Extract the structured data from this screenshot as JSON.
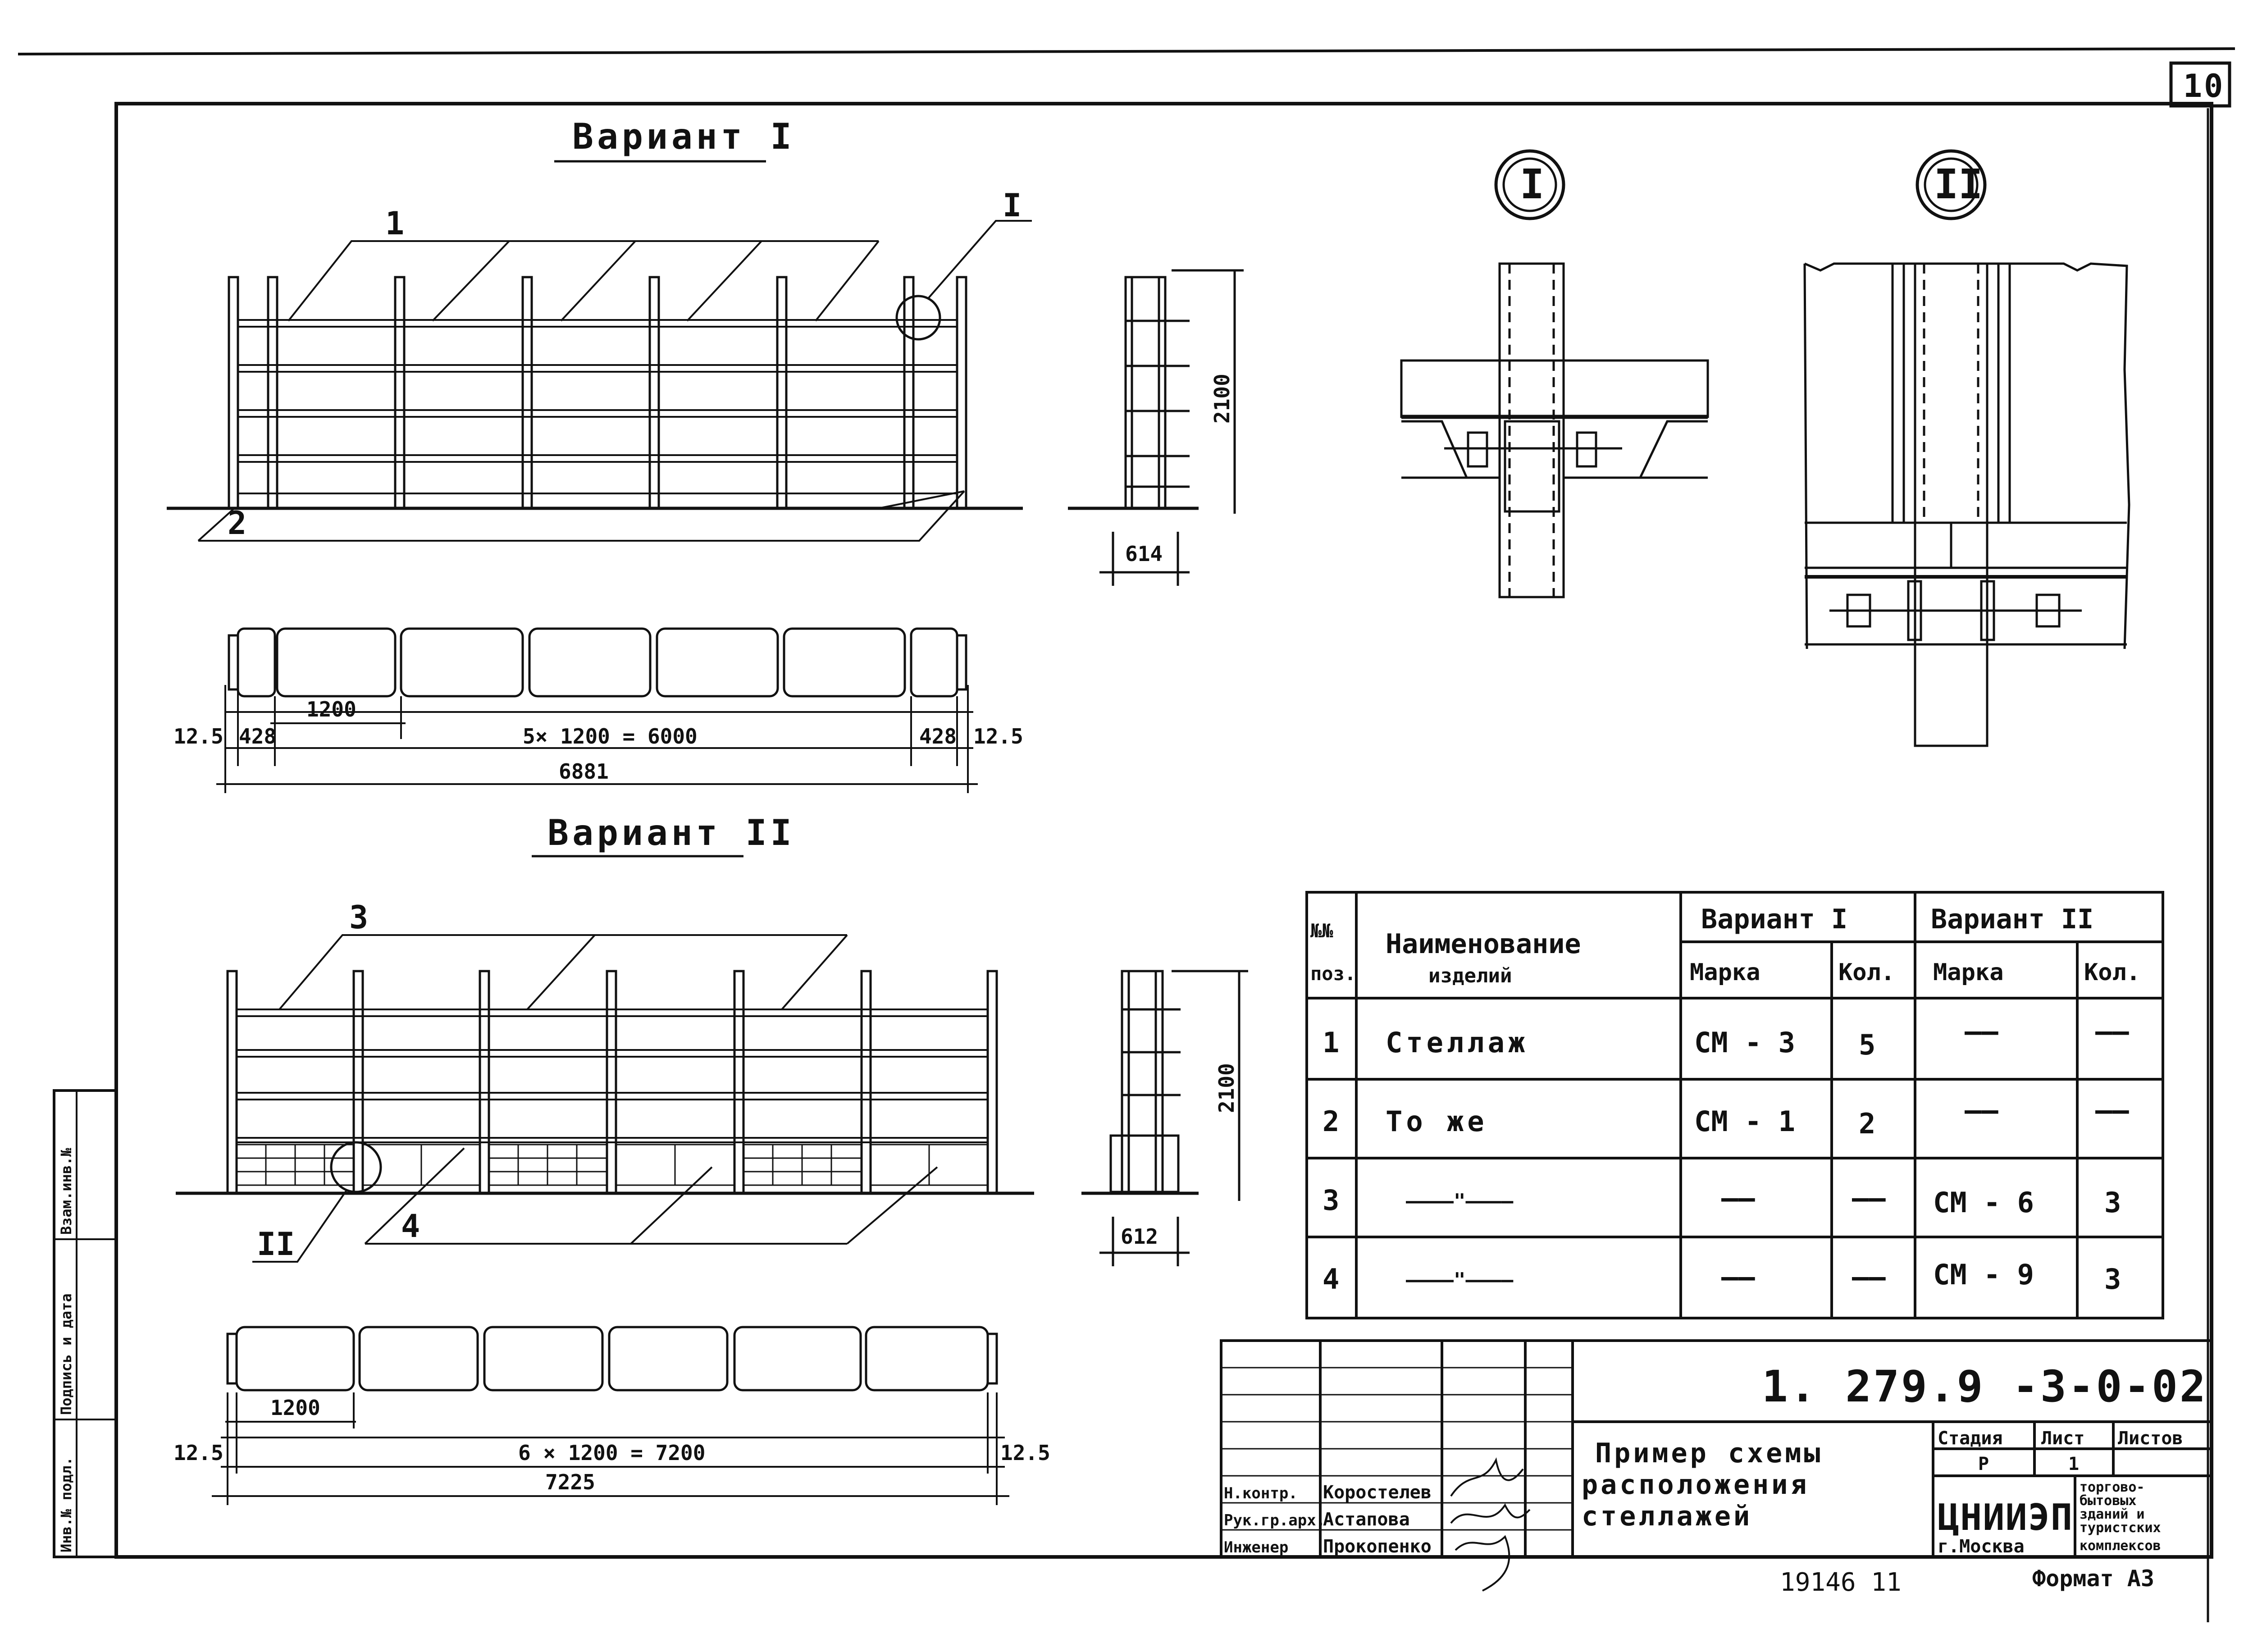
{
  "sheet": {
    "number": "10",
    "archive_number": "19146  11",
    "format_label": "Формат А3"
  },
  "variant1": {
    "title": "Вариант I",
    "callout_pos_1": "1",
    "callout_pos_2": "2",
    "callout_node": "I",
    "dims": {
      "left_gap": "12.5",
      "left_end": "428",
      "module": "1200",
      "span": "5× 1200 = 6000",
      "right_end": "428",
      "right_gap": "12.5",
      "total": "6881"
    },
    "side_height": "2100",
    "side_depth": "614"
  },
  "variant2": {
    "title": "Вариант II",
    "callout_pos_3": "3",
    "callout_pos_4": "4",
    "callout_node": "II",
    "dims": {
      "left_gap": "12.5",
      "module": "1200",
      "span": "6 × 1200 = 7200",
      "right_gap": "12.5",
      "total": "7225"
    },
    "side_height": "2100",
    "side_depth": "612"
  },
  "details": {
    "node1_label": "I",
    "node2_label": "II"
  },
  "spec_table": {
    "headers": {
      "pos_line1": "№№",
      "pos_line2": "поз.",
      "name_line1": "Наименование",
      "name_line2": "изделий",
      "variant1": "Вариант I",
      "variant2": "Вариант II",
      "mark": "Марка",
      "qty": "Кол."
    },
    "rows": [
      {
        "pos": "1",
        "name": "Стеллаж",
        "v1_mark": "СМ - 3",
        "v1_qty": "5",
        "v2_mark": "——",
        "v2_qty": "——"
      },
      {
        "pos": "2",
        "name": "То же",
        "v1_mark": "СМ - 1",
        "v1_qty": "2",
        "v2_mark": "——",
        "v2_qty": "——"
      },
      {
        "pos": "3",
        "name": "————\"————",
        "v1_mark": "——",
        "v1_qty": "——",
        "v2_mark": "СМ - 6",
        "v2_qty": "3"
      },
      {
        "pos": "4",
        "name": "————\"————",
        "v1_mark": "——",
        "v1_qty": "——",
        "v2_mark": "СМ - 9",
        "v2_qty": "3"
      }
    ]
  },
  "title_block": {
    "code": "1. 279.9 -3-0-02",
    "title_line1": "Пример схемы",
    "title_line2": "расположения",
    "title_line3": "стеллажей",
    "roles": [
      {
        "role": "Н.контр.",
        "name": "Коростелев"
      },
      {
        "role": "Рук.гр.арх.",
        "name": "Астапова"
      },
      {
        "role": "Инженер",
        "name": "Прокопенко"
      }
    ],
    "stage_label": "Стадия",
    "stage_value": "Р",
    "sheet_label": "Лист",
    "sheet_value": "1",
    "sheets_label": "Листов",
    "org_name": "ЦНИИЭП",
    "org_city": "г.Москва",
    "org_dept1": "торгово-",
    "org_dept2": "бытовых",
    "org_dept3": "зданий и",
    "org_dept4": "туристских",
    "org_dept5": "комплексов"
  },
  "side_strip": {
    "inv_orig": "Инв.№ подл.",
    "sign_date": "Подпись и дата",
    "inv_repl": "Взам.инв.№"
  }
}
